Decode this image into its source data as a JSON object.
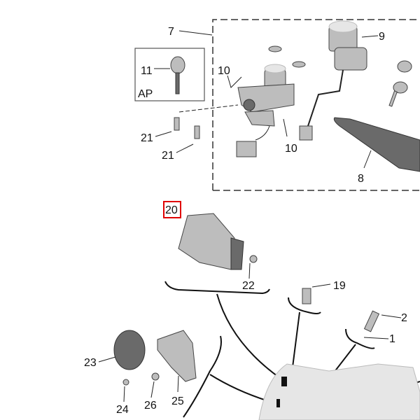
{
  "callouts": {
    "c7": "7",
    "c9": "9",
    "c11": "11",
    "ap": "AP",
    "c10a": "10",
    "c10b": "10",
    "c21a": "21",
    "c21b": "21",
    "c8": "8",
    "c20": "20",
    "c22": "22",
    "c19": "19",
    "c2": "2",
    "c1": "1",
    "c23": "23",
    "c24": "24",
    "c26": "26",
    "c25": "25"
  },
  "highlight": {
    "part": "20",
    "color": "#e00000"
  }
}
